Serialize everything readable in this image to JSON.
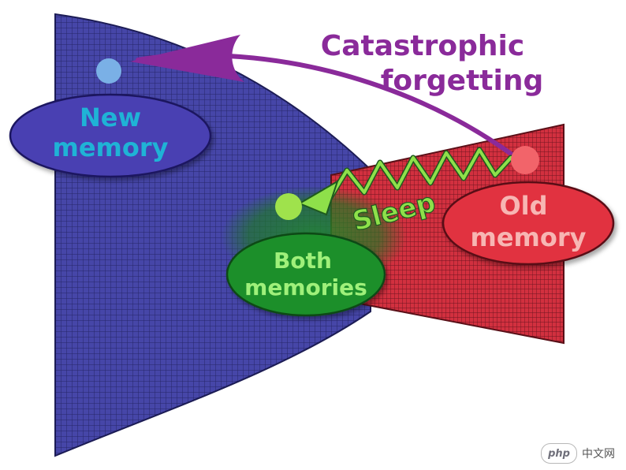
{
  "title": "Catastrophic forgetting",
  "title_lines": [
    "Catastrophic",
    "forgetting"
  ],
  "new_memory": {
    "lines": [
      "New",
      "memory"
    ]
  },
  "old_memory": {
    "lines": [
      "Old",
      "memory"
    ]
  },
  "both_memories": {
    "lines": [
      "Both",
      "memories"
    ]
  },
  "sleep_label": "Sleep",
  "watermark": {
    "logo": "php",
    "text": "中文网"
  },
  "colors": {
    "blue_region": "#3f3fa0",
    "red_region": "#cf2a3c",
    "new_memory_dot": "#7ab0e6",
    "new_memory_text": "#1fb3d6",
    "old_memory_dot": "#f2646a",
    "old_memory_text": "#f7b6b3",
    "both_memories_dot": "#9fe24c",
    "both_memories_text": "#9ff07a",
    "sleep": "#8ee04a",
    "catastrophic_arrow": "#8a2a9a"
  },
  "icons": [
    "new-memory-dot",
    "old-memory-dot",
    "both-memories-dot",
    "catastrophic-arrow",
    "sleep-zigzag-arrow"
  ]
}
